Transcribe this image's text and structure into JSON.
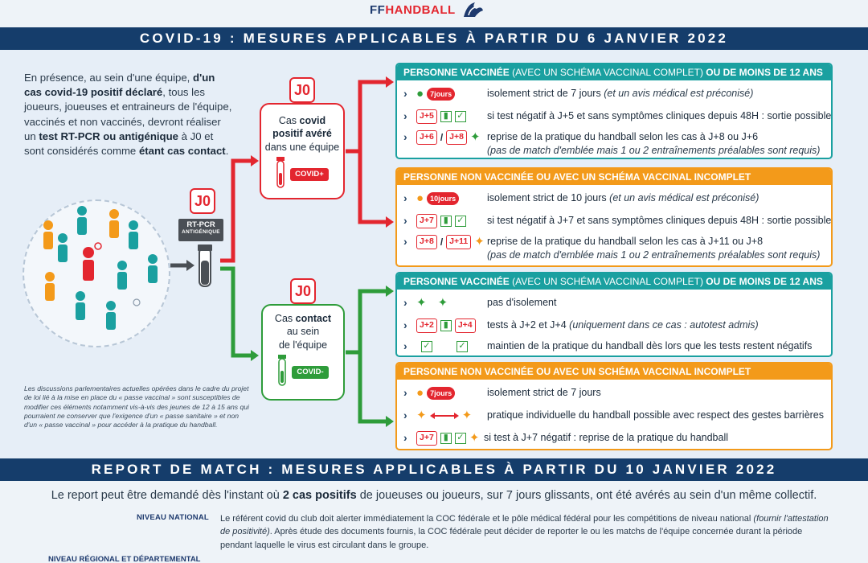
{
  "logo": {
    "prefix": "FF",
    "suffix": "HANDBALL",
    "icon": "rooster-icon"
  },
  "band1": "COVID-19 : MESURES APPLICABLES À PARTIR DU 6 JANVIER 2022",
  "intro": {
    "p1": "En présence, au sein d'une équipe, ",
    "b1": "d'un cas covid-19 positif déclaré",
    "p2": ", tous les joueurs, joueuses et entraineurs de l'équipe, vaccinés et non vaccinés, devront réaliser un ",
    "b2": "test RT-PCR ou antigénique",
    "p3": " à J0 et sont considérés comme ",
    "b3": "étant cas contact",
    "p4": "."
  },
  "note": "Les discussions parlementaires actuelles opérées dans le cadre du projet de loi lié à la mise en place du « passe vaccinal » sont susceptibles de modifier ces éléments notamment vis-à-vis des jeunes de 12 à 15 ans qui pourraient ne conserver que l'exigence d'un « passe sanitaire » et non d'un « passe vaccinal » pour accéder à la pratique du handball.",
  "j0": "J0",
  "rtpcr": {
    "title": "RT-PCR",
    "sub": "ANTIGÉNIQUE"
  },
  "case_positive": {
    "l1": "Cas ",
    "b1": "covid",
    "b2": "positif avéré",
    "l2": "dans une équipe",
    "tag": "COVID+"
  },
  "case_contact": {
    "l1": "Cas ",
    "b1": "contact",
    "l2": "au sein",
    "l3": "de l'équipe",
    "tag": "COVID-"
  },
  "panel1": {
    "head_a": "PERSONNE VACCINÉE ",
    "head_b": "(AVEC UN SCHÉMA VACCINAL COMPLET)",
    "head_c": " OU DE MOINS DE 12 ANS",
    "r1_pill": "7jours",
    "r1_text": "isolement strict de 7 jours ",
    "r1_ital": "(et un avis médical est préconisé)",
    "r2_j": "J+5",
    "r2_text": "si test négatif à J+5 et sans symptômes cliniques depuis 48H : sortie possible",
    "r3_j1": "J+6",
    "r3_j2": "J+8",
    "r3_text": "reprise de la pratique du handball selon les cas à J+8 ou J+6",
    "r3_ital": "(pas de match d'emblée mais 1 ou 2 entraînements préalables sont requis)"
  },
  "panel2": {
    "head": "PERSONNE NON VACCINÉE OU AVEC UN SCHÉMA VACCINAL INCOMPLET",
    "r1_pill": "10jours",
    "r1_text": "isolement strict de 10 jours ",
    "r1_ital": "(et un avis médical est préconisé)",
    "r2_j": "J+7",
    "r2_text": "si test négatif à J+7 et sans symptômes cliniques depuis 48H : sortie possible",
    "r3_j1": "J+8",
    "r3_j2": "J+11",
    "r3_text": "reprise de la pratique du handball selon les cas à J+11 ou J+8",
    "r3_ital": "(pas de match d'emblée mais 1 ou 2 entraînements préalables sont requis)"
  },
  "panel3": {
    "head_a": "PERSONNE VACCINÉE ",
    "head_b": "(AVEC UN SCHÉMA VACCINAL COMPLET)",
    "head_c": " OU DE MOINS DE 12 ANS",
    "r1_text": "pas d'isolement",
    "r2_j1": "J+2",
    "r2_j2": "J+4",
    "r2_text": "tests à J+2 et J+4 ",
    "r2_ital": "(uniquement dans ce cas : autotest admis)",
    "r3_text": "maintien de la pratique du handball dès lors que les tests restent négatifs"
  },
  "panel4": {
    "head": "PERSONNE NON VACCINÉE OU AVEC UN SCHÉMA VACCINAL INCOMPLET",
    "r1_pill": "7jours",
    "r1_text": "isolement strict de 7 jours",
    "r2_text": "pratique individuelle du handball possible avec respect des gestes barrières",
    "r3_j": "J+7",
    "r3_text": "si test à J+7 négatif : reprise de la pratique du handball"
  },
  "band2": "REPORT DE MATCH : MESURES APPLICABLES À PARTIR DU 10 JANVIER 2022",
  "report": {
    "p1": "Le report peut être demandé dès l'instant où ",
    "b1": "2 cas positifs",
    "p2": " de joueuses ou joueurs, sur 7 jours glissants, ont été avérés au sein d'un même collectif."
  },
  "niveau_national": {
    "label": "NIVEAU NATIONAL",
    "t1": "Le référent covid du club doit alerter immédiatement la COC fédérale et le pôle médical fédéral pour les compétitions de niveau national ",
    "i1": "(fournir l'attestation de positivité)",
    "t2": ". Après étude des documents fournis, la COC fédérale peut décider de reporter le ou les matchs de l'équipe concernée durant la période pendant laquelle le virus est circulant dans le groupe."
  },
  "niveau_regional_label": "NIVEAU RÉGIONAL ET DÉPARTEMENTAL",
  "colors": {
    "navy": "#153d6b",
    "red": "#e3262f",
    "green": "#2e9c3a",
    "teal": "#1aa0a0",
    "orange": "#f39a1a"
  }
}
